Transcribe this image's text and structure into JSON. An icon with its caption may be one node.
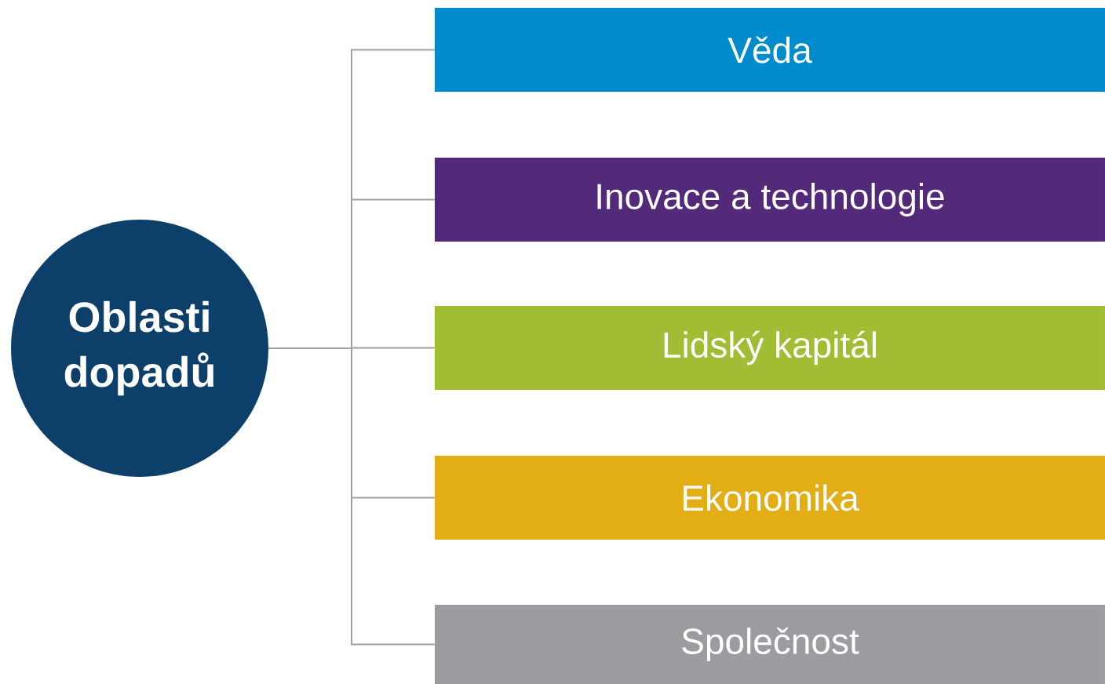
{
  "diagram": {
    "nodes": [
      {
        "text": [
          "Oblasti dopadů"
        ]
      },
      {
        "text": [
          "Věda"
        ]
      },
      {
        "text": [
          "Inovace a technologie"
        ]
      },
      {
        "text": [
          "Lidský kapitál"
        ]
      },
      {
        "text": [
          "Ekonomika"
        ]
      },
      {
        "text": [
          "Společnost"
        ]
      }
    ],
    "edges": [
      {
        "from": 0,
        "to": 1,
        "arrow": "none"
      },
      {
        "from": 0,
        "to": 2,
        "arrow": "none"
      },
      {
        "from": 0,
        "to": 3,
        "arrow": "none"
      },
      {
        "from": 0,
        "to": 4,
        "arrow": "none"
      },
      {
        "from": 0,
        "to": 5,
        "arrow": "none"
      }
    ]
  }
}
